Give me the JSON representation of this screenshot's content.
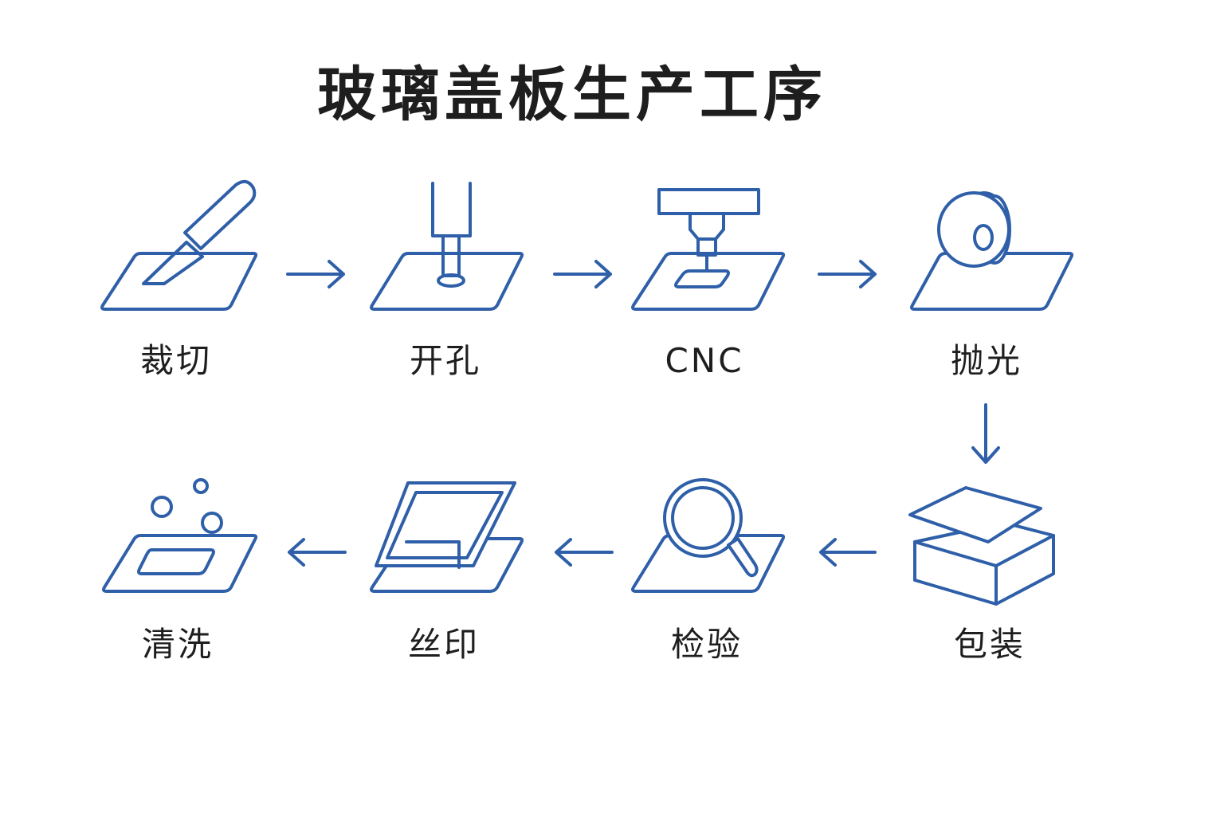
{
  "title": "玻璃盖板生产工序",
  "colors": {
    "line": "#2e5fa8",
    "text": "#1e1e1e",
    "background": "#ffffff"
  },
  "stages": [
    {
      "label": "裁切",
      "icon": "cutting-knife-icon"
    },
    {
      "label": "开孔",
      "icon": "drilling-icon"
    },
    {
      "label": "CNC",
      "icon": "cnc-machine-icon"
    },
    {
      "label": "抛光",
      "icon": "polishing-wheel-icon"
    },
    {
      "label": "包装",
      "icon": "packaging-box-icon"
    },
    {
      "label": "检验",
      "icon": "magnifier-inspection-icon"
    },
    {
      "label": "丝印",
      "icon": "screen-printing-icon"
    },
    {
      "label": "清洗",
      "icon": "cleaning-bubbles-icon"
    }
  ],
  "flow": [
    "裁切",
    "开孔",
    "CNC",
    "抛光",
    "包装",
    "检验",
    "丝印",
    "清洗"
  ]
}
